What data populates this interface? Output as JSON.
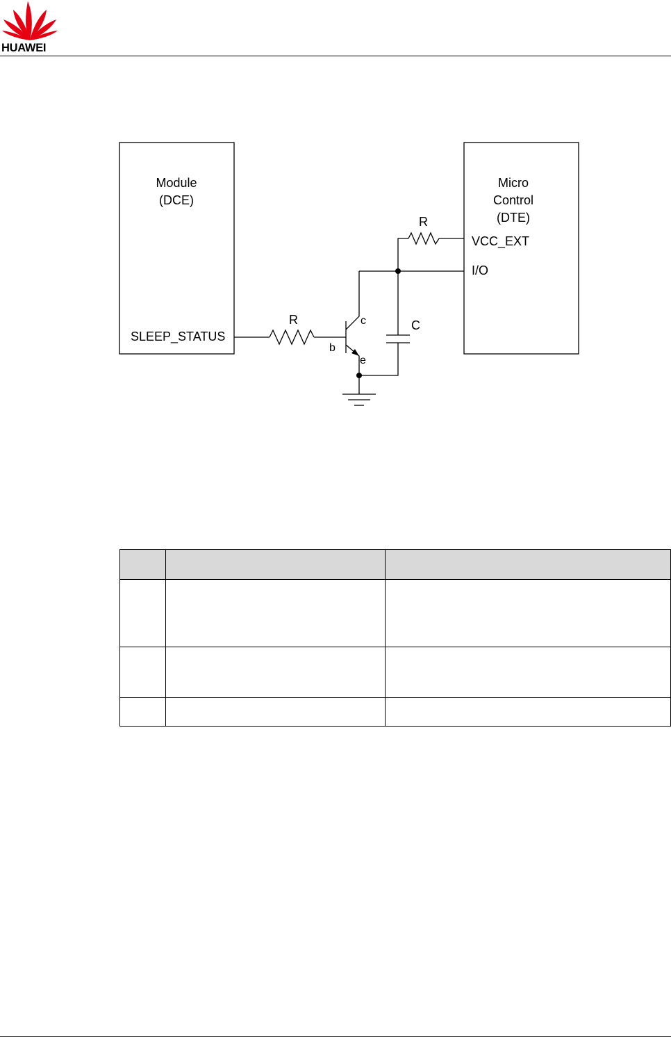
{
  "header": {
    "brand": "HUAWEI"
  },
  "diagram": {
    "module_line1": "Module",
    "module_line2": "(DCE)",
    "micro_line1": "Micro",
    "micro_line2": "Control",
    "micro_line3": "(DTE)",
    "pin_sleep_status": "SLEEP_STATUS",
    "pin_vcc_ext": "VCC_EXT",
    "pin_io": "I/O",
    "resistor_base_label": "R",
    "resistor_pullup_label": "R",
    "capacitor_label": "C",
    "collector_label": "c",
    "base_label": "b",
    "emitter_label": "e"
  },
  "table": {
    "headers": [
      "",
      "",
      ""
    ],
    "rows": [
      [
        "",
        "",
        ""
      ],
      [
        "",
        "",
        ""
      ],
      [
        "",
        "",
        ""
      ]
    ]
  },
  "colors": {
    "logo_red": "#e60012",
    "header_fill": "#d9d9d9"
  }
}
